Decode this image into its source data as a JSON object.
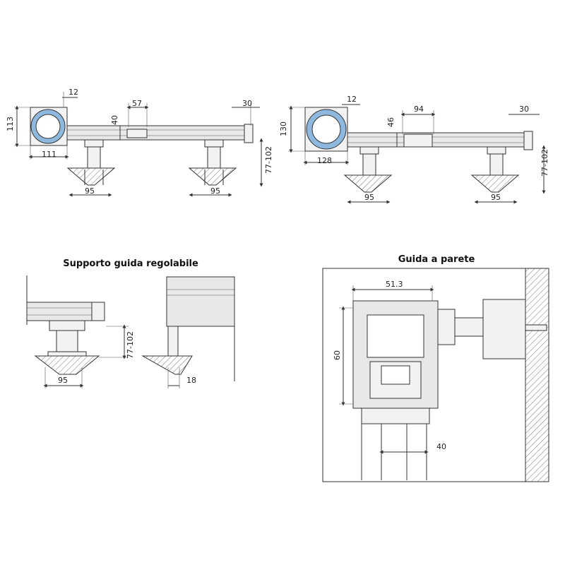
{
  "titles": {
    "adjustable": "Supporto guida regolabile",
    "wall": "Guida a parete"
  },
  "colors": {
    "motor_ring": "#8fb8de",
    "line": "#333333"
  },
  "dims": {
    "d12a": "12",
    "d57": "57",
    "d30a": "30",
    "d113": "113",
    "d40a": "40",
    "d111": "111",
    "d95a": "95",
    "d95b": "95",
    "d77a": "77-102",
    "d12b": "12",
    "d94": "94",
    "d30b": "30",
    "d130": "130",
    "d46": "46",
    "d128": "128",
    "d95c": "95",
    "d95d": "95",
    "d77b": "77-102",
    "d77c": "77-102",
    "d95e": "95",
    "d18": "18",
    "d513": "51.3",
    "d60": "60",
    "d40b": "40"
  }
}
